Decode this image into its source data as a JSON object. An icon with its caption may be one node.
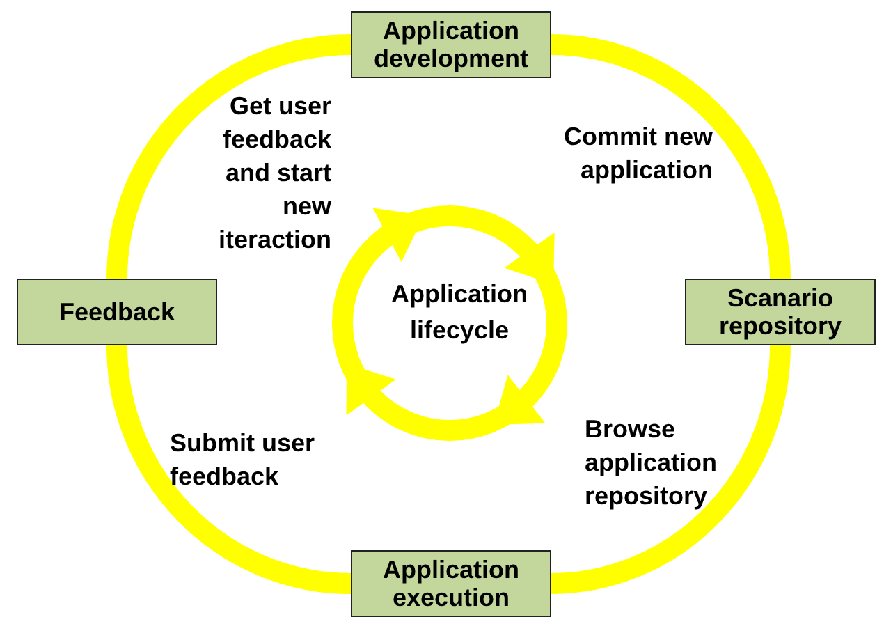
{
  "diagram": {
    "nodes": [
      {
        "text": [
          "Application development"
        ]
      },
      {
        "text": [
          "Feedback"
        ]
      },
      {
        "text": [
          "Scanario repository"
        ]
      },
      {
        "text": [
          "Application execution"
        ]
      }
    ],
    "edges": [
      {
        "from": 0,
        "to": 2,
        "arrow": "none",
        "label": "Commit new application"
      },
      {
        "from": 2,
        "to": 3,
        "arrow": "none",
        "label": "Browse application repository"
      },
      {
        "from": 3,
        "to": 1,
        "arrow": "none",
        "label": "Submit user feedback"
      },
      {
        "from": 1,
        "to": 0,
        "arrow": "none",
        "label": "Get user feedback and start new iteraction"
      }
    ],
    "labels": [
      "Application lifecycle"
    ]
  }
}
